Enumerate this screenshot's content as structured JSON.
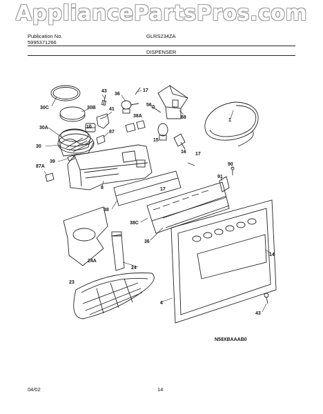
{
  "watermark": "AppliancePartsPros.com",
  "header": {
    "publication_label": "Publication No.",
    "publication_number": "5995371266",
    "model": "GLRS234ZA",
    "section": "DISPENSER"
  },
  "diagram": {
    "code": "N58XBAAAB0",
    "callouts": [
      "30C",
      "43",
      "30B",
      "41",
      "36",
      "17",
      "56",
      "88",
      "1",
      "30A",
      "10",
      "87",
      "38A",
      "15",
      "30",
      "39",
      "16",
      "17",
      "87A",
      "8",
      "90",
      "17",
      "91",
      "38",
      "38C",
      "36",
      "14",
      "24A",
      "24",
      "23",
      "4",
      "43"
    ]
  },
  "footer": {
    "date": "04/02",
    "page": "14"
  }
}
